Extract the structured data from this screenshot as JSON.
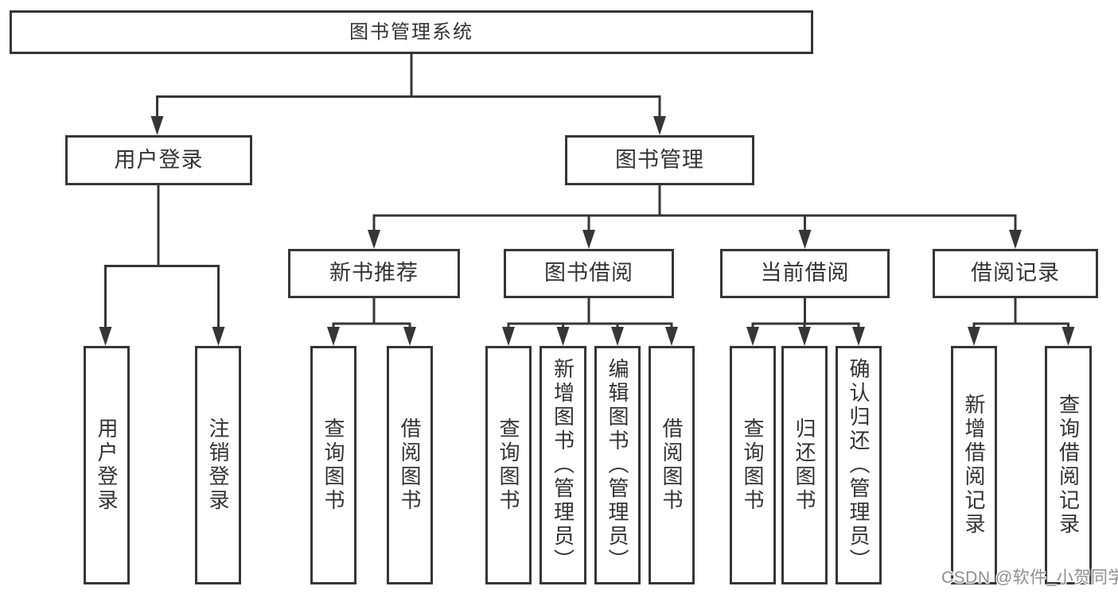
{
  "colors": {
    "line": "#363636",
    "text": "#333333",
    "watermark": "#8f8f8f"
  },
  "watermark": {
    "text": "CSDN @软件_小贺同学"
  },
  "nodes": {
    "root": {
      "label": "图书管理系统"
    },
    "user_login": {
      "label": "用户登录"
    },
    "book_mgmt": {
      "label": "图书管理"
    },
    "new_book_rec": {
      "label": "新书推荐"
    },
    "book_borrow": {
      "label": "图书借阅"
    },
    "current_borrow": {
      "label": "当前借阅"
    },
    "borrow_record": {
      "label": "借阅记录"
    },
    "leaf_user_login": {
      "label": "用户登录"
    },
    "leaf_logout": {
      "label": "注销登录"
    },
    "leaf_nbr_query_book": {
      "label": "查询图书"
    },
    "leaf_nbr_borrow_book": {
      "label": "借阅图书"
    },
    "leaf_bb_query_book": {
      "label": "查询图书"
    },
    "leaf_bb_add_book": {
      "label": "新增图书（管理员）"
    },
    "leaf_bb_edit_book": {
      "label": "编辑图书（管理员）"
    },
    "leaf_bb_borrow_book": {
      "label": "借阅图书"
    },
    "leaf_cb_query_book": {
      "label": "查询图书"
    },
    "leaf_cb_return_book": {
      "label": "归还图书"
    },
    "leaf_cb_confirm_return": {
      "label": "确认归还（管理员）"
    },
    "leaf_br_add_record": {
      "label": "新增借阅记录"
    },
    "leaf_br_query_record": {
      "label": "查询借阅记录"
    }
  },
  "hierarchy": {
    "图书管理系统": [
      "用户登录",
      "图书管理"
    ],
    "用户登录": [
      "用户登录",
      "注销登录"
    ],
    "图书管理": [
      "新书推荐",
      "图书借阅",
      "当前借阅",
      "借阅记录"
    ],
    "新书推荐": [
      "查询图书",
      "借阅图书"
    ],
    "图书借阅": [
      "查询图书",
      "新增图书（管理员）",
      "编辑图书（管理员）",
      "借阅图书"
    ],
    "当前借阅": [
      "查询图书",
      "归还图书",
      "确认归还（管理员）"
    ],
    "借阅记录": [
      "新增借阅记录",
      "查询借阅记录"
    ]
  }
}
